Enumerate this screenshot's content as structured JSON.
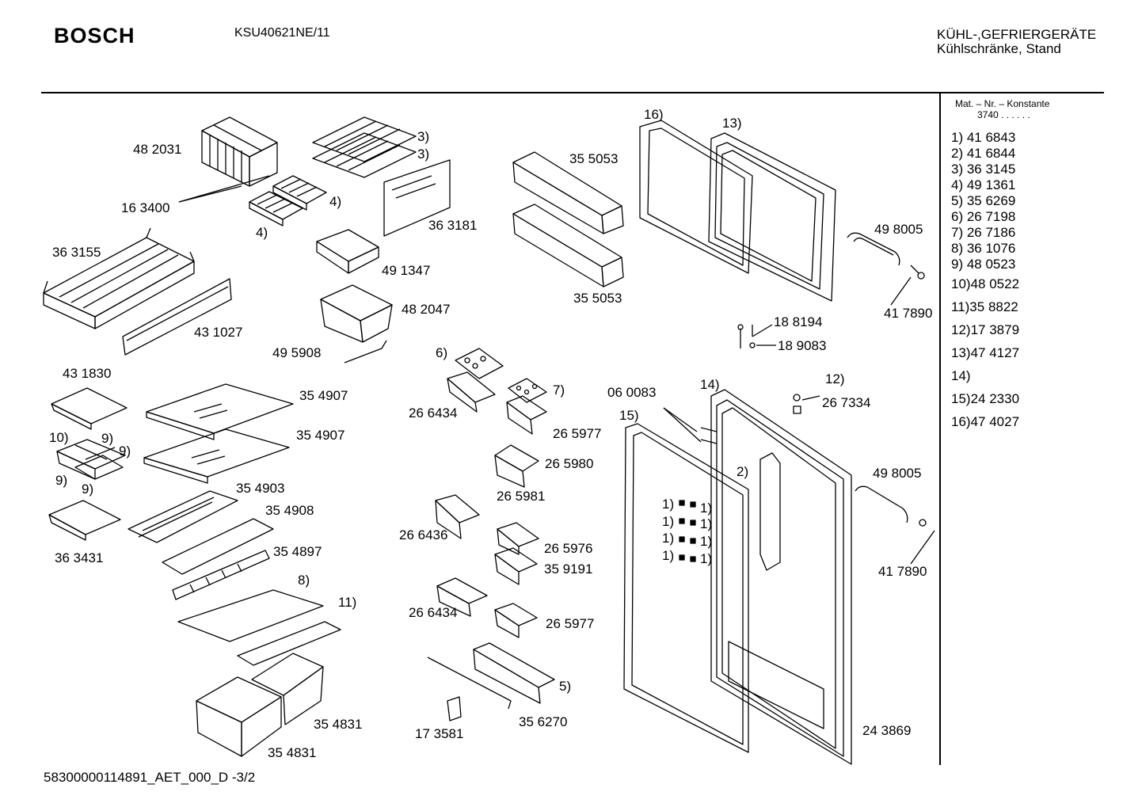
{
  "header": {
    "brand": "BOSCH",
    "model": "KSU40621NE/11",
    "category_line1": "KÜHL-,GEFRIERGERÄTE",
    "category_line2": "Kühlschränke, Stand"
  },
  "legend": {
    "title": "Mat. – Nr. – Konstante",
    "constant": "3740 . .  . . . .",
    "items": [
      "1) 41 6843",
      "2) 41 6844",
      "3) 36 3145",
      "4) 49 1361",
      "5) 35 6269",
      "6) 26 7198",
      "7) 26 7186",
      "8) 36 1076",
      "9) 48 0523",
      "10)48 0522",
      "11)35 8822",
      "12)17 3879",
      "13)47 4127",
      "14)",
      "15)24 2330",
      "16)47 4027"
    ]
  },
  "labels": {
    "p482031": "48 2031",
    "p163400": "16 3400",
    "r3a": "3)",
    "r3b": "3)",
    "r4a": "4)",
    "r4b": "4)",
    "p363181": "36 3181",
    "p363155": "36 3155",
    "p491347": "49 1347",
    "p482047": "48 2047",
    "p431027": "43 1027",
    "p495908": "49 5908",
    "p431830": "43 1830",
    "p354907a": "35 4907",
    "p354907b": "35 4907",
    "r10": "10)",
    "r9a": "9)",
    "r9b": "9)",
    "r9c": "9)",
    "r9d": "9)",
    "p354903": "35 4903",
    "p354908": "35 4908",
    "p363431": "36 3431",
    "p354897": "35 4897",
    "r8": "8)",
    "r11": "11)",
    "p354831a": "35 4831",
    "p354831b": "35 4831",
    "p355053a": "35 5053",
    "p355053b": "35 5053",
    "r6": "6)",
    "r7": "7)",
    "p266434a": "26 6434",
    "p265977a": "26 5977",
    "p265980": "26 5980",
    "p265981": "26 5981",
    "p266436": "26 6436",
    "p265976": "26 5976",
    "p359191": "35 9191",
    "p266434b": "26 6434",
    "p265977b": "26 5977",
    "r5": "5)",
    "p356270": "35 6270",
    "p173581": "17 3581",
    "r16": "16)",
    "r13": "13)",
    "p498005a": "49 8005",
    "p417890a": "41 7890",
    "p188194": "18 8194",
    "p189083": "18 9083",
    "p060083": "06 0083",
    "r14": "14)",
    "r15": "15)",
    "r12": "12)",
    "p267334": "26 7334",
    "r2": "2)",
    "r1a": "1)",
    "r1b": "1)",
    "r1c": "1)",
    "r1d": "1)",
    "r1e": "1)",
    "r1f": "1)",
    "r1g": "1)",
    "r1h": "1)",
    "p498005b": "49 8005",
    "p417890b": "41 7890",
    "p243869": "24 3869"
  },
  "footer": {
    "doc_id": "58300000114891_AET_000_D    -3/2"
  }
}
